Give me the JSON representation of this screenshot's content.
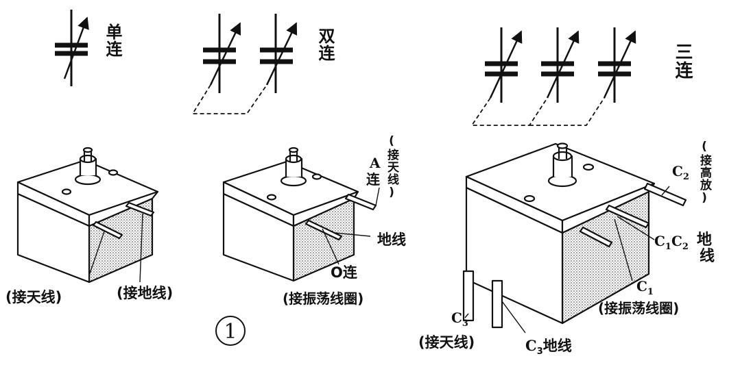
{
  "labels": {
    "single_gang": "单连",
    "double_gang": "双连",
    "triple_gang": "三连",
    "g1_antenna": "(接天线)",
    "g1_ground": "(接地线)",
    "g2_a_letter": "A",
    "g2_a_gang": "连",
    "g2_antenna_note": "(接天线)",
    "g2_ground": "地线",
    "g2_o_gang": "O连",
    "g2_oscillator": "(接振荡线圈)",
    "g3_c2": "C",
    "g3_c2_sub": "2",
    "g3_high_amp_note": "(接高放)",
    "g3_c1c2_main": "C",
    "g3_c1_sub": "1",
    "g3_c2b_main": "C",
    "g3_c2b_sub": "2",
    "g3_c1c2_ground": "地",
    "g3_c1c2_ground2": "线",
    "g3_c1": "C",
    "g3_c1_sub2": "1",
    "g3_oscillator": "(接振荡线圈)",
    "g3_c3": "C",
    "g3_c3_sub": "3",
    "g3_antenna": "(接天线)",
    "g3_c3_ground_main": "C",
    "g3_c3_ground_sub": "3",
    "g3_c3_ground_text": "地线",
    "figure_number": "1"
  }
}
